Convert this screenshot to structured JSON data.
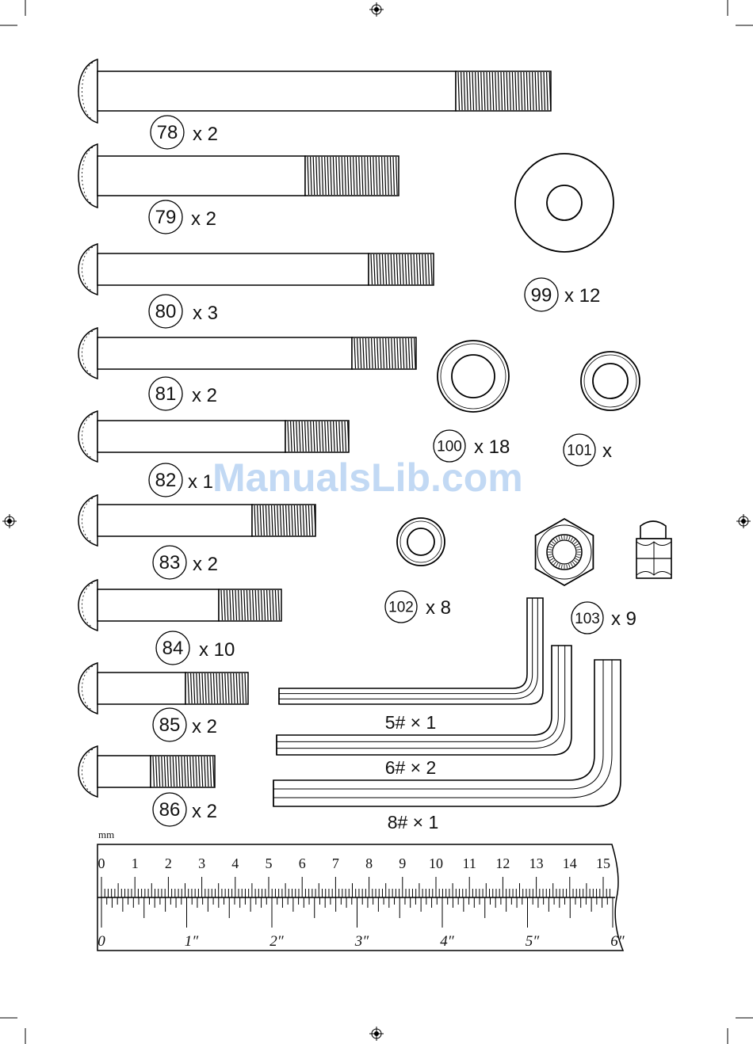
{
  "bolts": [
    {
      "id": "78",
      "qty": "x 2"
    },
    {
      "id": "79",
      "qty": "x 2"
    },
    {
      "id": "80",
      "qty": "x 3"
    },
    {
      "id": "81",
      "qty": "x 2"
    },
    {
      "id": "82",
      "qty": "x 1"
    },
    {
      "id": "83",
      "qty": "x 2"
    },
    {
      "id": "84",
      "qty": "x 10"
    },
    {
      "id": "85",
      "qty": "x 2"
    },
    {
      "id": "86",
      "qty": "x 2"
    }
  ],
  "washers": [
    {
      "id": "99",
      "qty": "x 12"
    },
    {
      "id": "100",
      "qty": "x 18"
    },
    {
      "id": "101",
      "qty": "x"
    },
    {
      "id": "102",
      "qty": "x 8"
    }
  ],
  "nut": {
    "id": "103",
    "qty": "x 9"
  },
  "wrenches": [
    {
      "label": "5# × 1"
    },
    {
      "label": "6# × 2"
    },
    {
      "label": "8# × 1"
    }
  ],
  "ruler": {
    "unit_label": "mm",
    "cm_labels": [
      "0",
      "1",
      "2",
      "3",
      "4",
      "5",
      "6",
      "7",
      "8",
      "9",
      "10",
      "11",
      "12",
      "13",
      "14",
      "15"
    ],
    "inch_labels": [
      "0",
      "1″",
      "2″",
      "3″",
      "4″",
      "5″",
      "6″"
    ]
  },
  "watermark": "ManualsLib.com"
}
